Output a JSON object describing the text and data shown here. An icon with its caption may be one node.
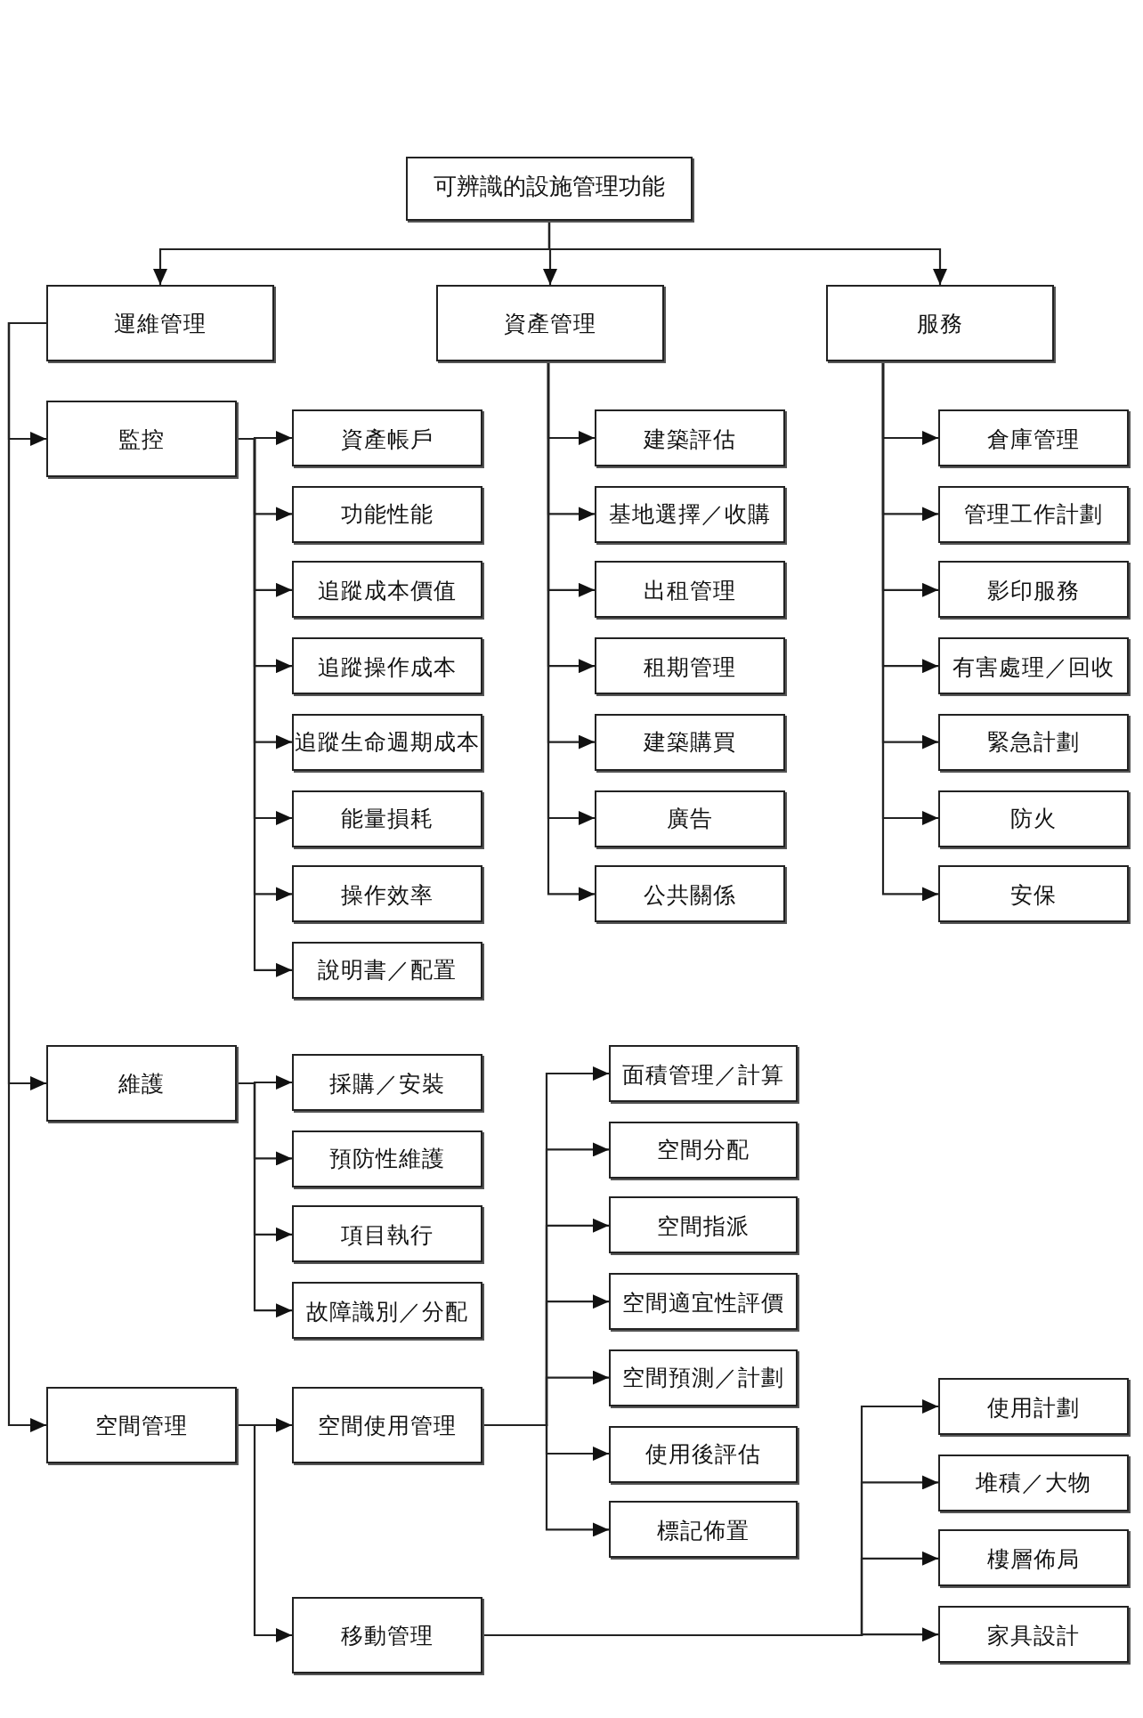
{
  "diagram": {
    "nodes": [
      {
        "text": [
          "可辨識的設施管理功能"
        ]
      },
      {
        "text": [
          "運維管理"
        ]
      },
      {
        "text": [
          "資產管理"
        ]
      },
      {
        "text": [
          "服務"
        ]
      },
      {
        "text": [
          "監控"
        ]
      },
      {
        "text": [
          "資產帳戶"
        ]
      },
      {
        "text": [
          "功能性能"
        ]
      },
      {
        "text": [
          "追蹤成本價值"
        ]
      },
      {
        "text": [
          "追蹤操作成本"
        ]
      },
      {
        "text": [
          "追蹤生命週期成本"
        ]
      },
      {
        "text": [
          "能量損耗"
        ]
      },
      {
        "text": [
          "操作效率"
        ]
      },
      {
        "text": [
          "說明書／配置"
        ]
      },
      {
        "text": [
          "建築評估"
        ]
      },
      {
        "text": [
          "基地選擇／收購"
        ]
      },
      {
        "text": [
          "出租管理"
        ]
      },
      {
        "text": [
          "租期管理"
        ]
      },
      {
        "text": [
          "建築購買"
        ]
      },
      {
        "text": [
          "廣告"
        ]
      },
      {
        "text": [
          "公共關係"
        ]
      },
      {
        "text": [
          "倉庫管理"
        ]
      },
      {
        "text": [
          "管理工作計劃"
        ]
      },
      {
        "text": [
          "影印服務"
        ]
      },
      {
        "text": [
          "有害處理／回收"
        ]
      },
      {
        "text": [
          "緊急計劃"
        ]
      },
      {
        "text": [
          "防火"
        ]
      },
      {
        "text": [
          "安保"
        ]
      },
      {
        "text": [
          "維護"
        ]
      },
      {
        "text": [
          "採購／安裝"
        ]
      },
      {
        "text": [
          "預防性維護"
        ]
      },
      {
        "text": [
          "項目執行"
        ]
      },
      {
        "text": [
          "故障識別／分配"
        ]
      },
      {
        "text": [
          "空間管理"
        ]
      },
      {
        "text": [
          "空間使用管理"
        ]
      },
      {
        "text": [
          "面積管理／計算"
        ]
      },
      {
        "text": [
          "空間分配"
        ]
      },
      {
        "text": [
          "空間指派"
        ]
      },
      {
        "text": [
          "空間適宜性評價"
        ]
      },
      {
        "text": [
          "空間預測／計劃"
        ]
      },
      {
        "text": [
          "使用後評估"
        ]
      },
      {
        "text": [
          "標記佈置"
        ]
      },
      {
        "text": [
          "移動管理"
        ]
      },
      {
        "text": [
          "使用計劃"
        ]
      },
      {
        "text": [
          "堆積／大物"
        ]
      },
      {
        "text": [
          "樓層佈局"
        ]
      },
      {
        "text": [
          "家具設計"
        ]
      }
    ],
    "edges": [
      {
        "from": 0,
        "to": 1,
        "arrow": "to"
      },
      {
        "from": 0,
        "to": 2,
        "arrow": "to"
      },
      {
        "from": 0,
        "to": 3,
        "arrow": "to"
      },
      {
        "from": 1,
        "to": 4,
        "arrow": "to"
      },
      {
        "from": 1,
        "to": 27,
        "arrow": "to"
      },
      {
        "from": 1,
        "to": 32,
        "arrow": "to"
      },
      {
        "from": 4,
        "to": 5,
        "arrow": "to"
      },
      {
        "from": 4,
        "to": 6,
        "arrow": "to"
      },
      {
        "from": 4,
        "to": 7,
        "arrow": "to"
      },
      {
        "from": 4,
        "to": 8,
        "arrow": "to"
      },
      {
        "from": 4,
        "to": 9,
        "arrow": "to"
      },
      {
        "from": 4,
        "to": 10,
        "arrow": "to"
      },
      {
        "from": 4,
        "to": 11,
        "arrow": "to"
      },
      {
        "from": 4,
        "to": 12,
        "arrow": "to"
      },
      {
        "from": 2,
        "to": 13,
        "arrow": "to"
      },
      {
        "from": 2,
        "to": 14,
        "arrow": "to"
      },
      {
        "from": 2,
        "to": 15,
        "arrow": "to"
      },
      {
        "from": 2,
        "to": 16,
        "arrow": "to"
      },
      {
        "from": 2,
        "to": 17,
        "arrow": "to"
      },
      {
        "from": 2,
        "to": 18,
        "arrow": "to"
      },
      {
        "from": 2,
        "to": 19,
        "arrow": "to"
      },
      {
        "from": 3,
        "to": 20,
        "arrow": "to"
      },
      {
        "from": 3,
        "to": 21,
        "arrow": "to"
      },
      {
        "from": 3,
        "to": 22,
        "arrow": "to"
      },
      {
        "from": 3,
        "to": 23,
        "arrow": "to"
      },
      {
        "from": 3,
        "to": 24,
        "arrow": "to"
      },
      {
        "from": 3,
        "to": 25,
        "arrow": "to"
      },
      {
        "from": 3,
        "to": 26,
        "arrow": "to"
      },
      {
        "from": 27,
        "to": 28,
        "arrow": "to"
      },
      {
        "from": 27,
        "to": 29,
        "arrow": "to"
      },
      {
        "from": 27,
        "to": 30,
        "arrow": "to"
      },
      {
        "from": 27,
        "to": 31,
        "arrow": "to"
      },
      {
        "from": 32,
        "to": 33,
        "arrow": "to"
      },
      {
        "from": 32,
        "to": 41,
        "arrow": "to"
      },
      {
        "from": 33,
        "to": 34,
        "arrow": "to"
      },
      {
        "from": 33,
        "to": 35,
        "arrow": "to"
      },
      {
        "from": 33,
        "to": 36,
        "arrow": "to"
      },
      {
        "from": 33,
        "to": 37,
        "arrow": "to"
      },
      {
        "from": 33,
        "to": 38,
        "arrow": "to"
      },
      {
        "from": 33,
        "to": 39,
        "arrow": "to"
      },
      {
        "from": 33,
        "to": 40,
        "arrow": "to"
      },
      {
        "from": 41,
        "to": 42,
        "arrow": "to"
      },
      {
        "from": 41,
        "to": 43,
        "arrow": "to"
      },
      {
        "from": 41,
        "to": 44,
        "arrow": "to"
      },
      {
        "from": 41,
        "to": 45,
        "arrow": "to"
      }
    ]
  }
}
